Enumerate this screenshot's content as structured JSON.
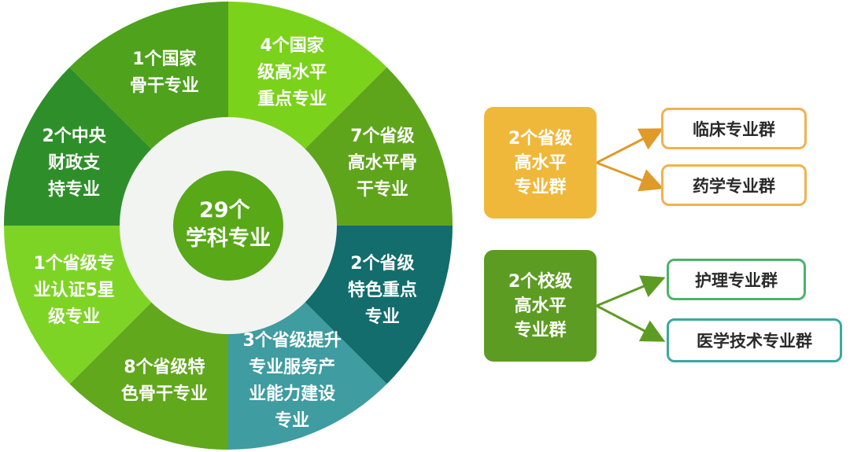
{
  "wheel": {
    "center_lines": [
      "29个",
      "学科专业"
    ],
    "segments": [
      {
        "lines": [
          "4个国家",
          "级高水平",
          "重点专业"
        ],
        "color": "#7ad21a"
      },
      {
        "lines": [
          "7个省级",
          "高水平骨",
          "干专业"
        ],
        "color": "#5fa51b"
      },
      {
        "lines": [
          "2个省级",
          "特色重点",
          "专业"
        ],
        "color": "#126d6c"
      },
      {
        "lines": [
          "3个省级提升",
          "专业服务产",
          "业能力建设",
          "专业"
        ],
        "color": "#3f9ca0"
      },
      {
        "lines": [
          "8个省级特",
          "色骨干专业"
        ],
        "color": "#61a81c"
      },
      {
        "lines": [
          "1个省级专",
          "业认证5星",
          "级专业"
        ],
        "color": "#7ed424"
      },
      {
        "lines": [
          "2个中央",
          "财政支",
          "持专业"
        ],
        "color": "#2e8f2a"
      },
      {
        "lines": [
          "1个国家",
          "骨干专业"
        ],
        "color": "#4ea21c"
      }
    ],
    "ring_color": "#f2f4f2",
    "center_color": "#58a818"
  },
  "groups": [
    {
      "label": "2个省级\n高水平\n专业群",
      "color": "#f0b83a",
      "items": [
        {
          "label": "临床专业群",
          "border": "#f2b150"
        },
        {
          "label": "药学专业群",
          "border": "#f2b150"
        }
      ]
    },
    {
      "label": "2个校级\n高水平\n专业群",
      "color": "#5d9c22",
      "items": [
        {
          "label": "护理专业群",
          "border": "#4bb36a"
        },
        {
          "label": "医学技术专业群",
          "border": "#3aa8a0"
        }
      ]
    }
  ]
}
